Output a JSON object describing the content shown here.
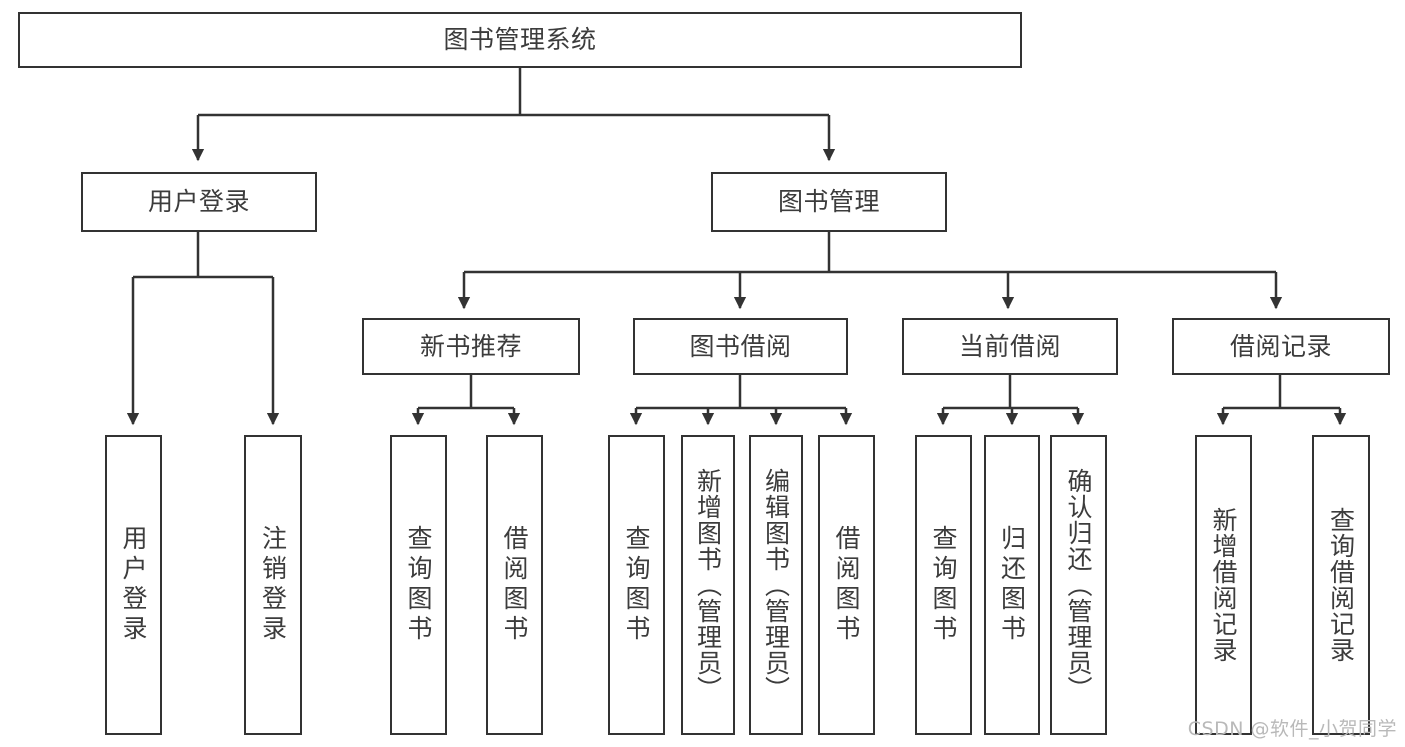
{
  "diagram": {
    "title": "图书管理系统",
    "type": "tree-hierarchy",
    "watermark": "CSDN @软件_小贺同学",
    "colors": {
      "stroke": "#333333",
      "text": "#3c3c3c",
      "background": "#ffffff",
      "watermark": "#b9b9b9"
    },
    "nodes": {
      "root": {
        "label": "图书管理系统",
        "level": 1
      },
      "l2": [
        {
          "id": "user-login",
          "label": "用户登录",
          "level": 2
        },
        {
          "id": "book-manage",
          "label": "图书管理",
          "level": 2
        }
      ],
      "l3": [
        {
          "id": "new-book-recommend",
          "label": "新书推荐",
          "level": 3
        },
        {
          "id": "book-borrow",
          "label": "图书借阅",
          "level": 3
        },
        {
          "id": "current-borrow",
          "label": "当前借阅",
          "level": 3
        },
        {
          "id": "borrow-record",
          "label": "借阅记录",
          "level": 3
        }
      ],
      "leaves": [
        {
          "id": "leaf-user-login",
          "label": "用户登录",
          "parent": "user-login"
        },
        {
          "id": "leaf-logout-login",
          "label": "注销登录",
          "parent": "user-login"
        },
        {
          "id": "leaf-query-book-1",
          "label": "查询图书",
          "parent": "new-book-recommend"
        },
        {
          "id": "leaf-borrow-book-1",
          "label": "借阅图书",
          "parent": "new-book-recommend"
        },
        {
          "id": "leaf-query-book-2",
          "label": "查询图书",
          "parent": "book-borrow"
        },
        {
          "id": "leaf-add-book",
          "label": "新增图书（管理员）",
          "parent": "book-borrow"
        },
        {
          "id": "leaf-edit-book",
          "label": "编辑图书（管理员）",
          "parent": "book-borrow"
        },
        {
          "id": "leaf-borrow-book-2",
          "label": "借阅图书",
          "parent": "book-borrow"
        },
        {
          "id": "leaf-query-book-3",
          "label": "查询图书",
          "parent": "current-borrow"
        },
        {
          "id": "leaf-return-book",
          "label": "归还图书",
          "parent": "current-borrow"
        },
        {
          "id": "leaf-confirm-return",
          "label": "确认归还（管理员）",
          "parent": "current-borrow"
        },
        {
          "id": "leaf-add-record",
          "label": "新增借阅记录",
          "parent": "borrow-record"
        },
        {
          "id": "leaf-query-record",
          "label": "查询借阅记录",
          "parent": "borrow-record"
        }
      ]
    }
  }
}
